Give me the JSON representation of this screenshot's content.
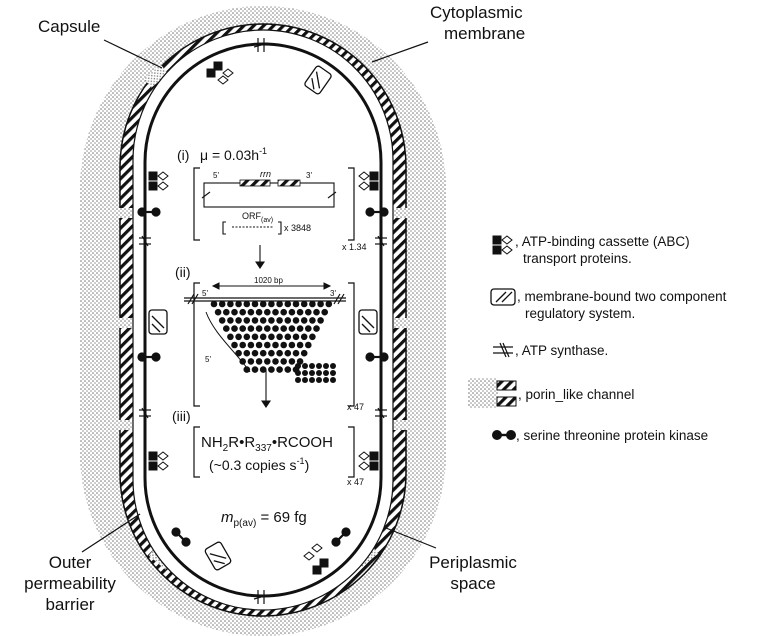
{
  "labels": {
    "capsule": "Capsule",
    "cyto_1": "Cytoplasmic",
    "cyto_2": "membrane",
    "outer_1": "Outer",
    "outer_2": "permeability",
    "outer_3": "barrier",
    "peri_1": "Periplasmic",
    "peri_2": "space"
  },
  "center": {
    "step1": "(i)",
    "mu": "μ = 0.03h",
    "mu_exp": "-1",
    "five_prime": "5'",
    "three_prime": "3'",
    "rrn": "rrn",
    "orf": "ORF",
    "orf_sub": "(av)",
    "orf_count": "x 3848",
    "mult1": "x 1.34",
    "step2": "(ii)",
    "bp": "1020 bp",
    "mult2": "x 47",
    "step3": "(iii)",
    "formula_a": "NH",
    "formula_b": "2",
    "formula_c": "R•R",
    "formula_d": "337",
    "formula_e": "•RCOOH",
    "rate": "(~0.3 copies s",
    "rate_exp": "-1",
    "rate_end": ")",
    "mult3": "x 47",
    "mass_m": "m",
    "mass_sub": "p(av)",
    "mass_val": " = 69 fg"
  },
  "legend": {
    "abc_1": ", ATP-binding cassette (ABC)",
    "abc_2": "transport proteins.",
    "tcs_1": ", membrane-bound two component",
    "tcs_2": "regulatory system.",
    "atp": ", ATP synthase.",
    "porin": ", porin_like channel",
    "kinase": ", serine threonine protein kinase"
  },
  "colors": {
    "ink": "#111111",
    "stipple": "#555555",
    "background": "#ffffff"
  }
}
